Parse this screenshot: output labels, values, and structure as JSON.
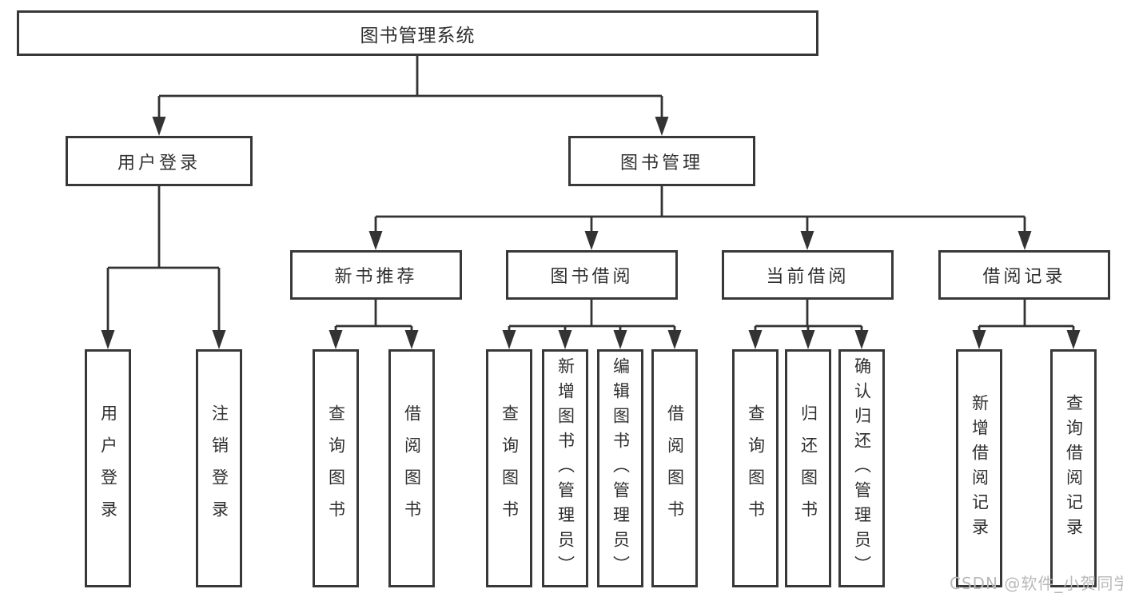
{
  "tree": {
    "root": "图书管理系统",
    "children": [
      {
        "label": "用户登录",
        "children": [
          "用户登录",
          "注销登录"
        ]
      },
      {
        "label": "图书管理",
        "children": [
          {
            "label": "新书推荐",
            "children": [
              "查询图书",
              "借阅图书"
            ]
          },
          {
            "label": "图书借阅",
            "children": [
              "查询图书",
              "新增图书（管理员）",
              "编辑图书（管理员）",
              "借阅图书"
            ]
          },
          {
            "label": "当前借阅",
            "children": [
              "查询图书",
              "归还图书",
              "确认归还（管理员）"
            ]
          },
          {
            "label": "借阅记录",
            "children": [
              "新增借阅记录",
              "查询借阅记录"
            ]
          }
        ]
      }
    ]
  },
  "watermark": {
    "text": "CSDN @软件_小贺同学"
  },
  "colors": {
    "line": "#333333",
    "box_border": "#383838",
    "text": "#2f2f2f",
    "watermark": "#b9b9b9",
    "background": "#ffffff"
  }
}
